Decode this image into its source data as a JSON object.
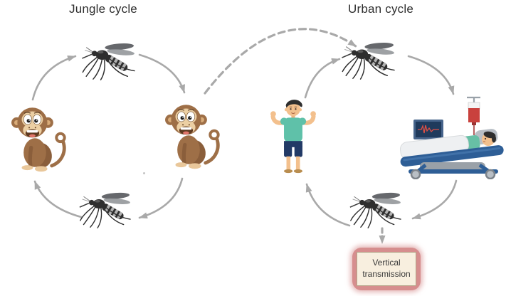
{
  "figure": {
    "background": "#ffffff",
    "titles": {
      "jungle": "Jungle cycle",
      "urban": "Urban cycle"
    },
    "labels": {
      "vertical_transmission_line1": "Vertical",
      "vertical_transmission_line2": "transmission"
    },
    "cycles": {
      "jungle": {
        "title": "Jungle cycle",
        "nodes": [
          "monkey-left",
          "mosquito-top",
          "monkey-right",
          "mosquito-bottom"
        ]
      },
      "urban": {
        "title": "Urban cycle",
        "nodes": [
          "healthy-man",
          "mosquito-top",
          "hospital-patient",
          "mosquito-bottom"
        ]
      }
    },
    "connections": [
      {
        "from": "jungle monkey-left",
        "to": "jungle mosquito-top",
        "style": "solid"
      },
      {
        "from": "jungle mosquito-top",
        "to": "jungle monkey-right",
        "style": "solid"
      },
      {
        "from": "jungle monkey-right",
        "to": "jungle mosquito-bottom",
        "style": "solid"
      },
      {
        "from": "jungle mosquito-bottom",
        "to": "jungle monkey-left",
        "style": "solid"
      },
      {
        "from": "jungle monkey-right",
        "to": "urban mosquito-top",
        "style": "dashed"
      },
      {
        "from": "urban healthy-man",
        "to": "urban mosquito-top",
        "style": "solid"
      },
      {
        "from": "urban mosquito-top",
        "to": "urban hospital-patient",
        "style": "solid"
      },
      {
        "from": "urban hospital-patient",
        "to": "urban mosquito-bottom",
        "style": "solid"
      },
      {
        "from": "urban mosquito-bottom",
        "to": "urban healthy-man",
        "style": "solid"
      },
      {
        "from": "urban mosquito-bottom",
        "to": "vertical-transmission-box",
        "style": "dashed"
      }
    ],
    "icons": {
      "monkey-icon": "sitting cartoon monkey with curled tail",
      "mosquito-icon": "dark striped mosquito facing left",
      "healthy-man-icon": "man flexing both arms, teal shirt, navy shorts",
      "hospital-bed-icon": "patient in hospital bed with ECG monitor and IV blood bag"
    },
    "colors": {
      "arrow": "#a9a9a9",
      "title_text": "#2f2f2f",
      "box_fill": "#f8efdf",
      "box_border": "#b3a488",
      "box_glow": "#d68e8e",
      "box_text": "#3a3a3a",
      "monkey_brown": "#9e6f47",
      "monkey_face": "#eccfa3",
      "mosquito_body": "#2e2e2e",
      "shirt_teal": "#5fc1a9",
      "shorts_navy": "#223a66",
      "skin": "#f3c08d",
      "bed_blue": "#2e5e96",
      "iv_red": "#c9413d",
      "monitor_navy": "#1f3a5c"
    }
  }
}
